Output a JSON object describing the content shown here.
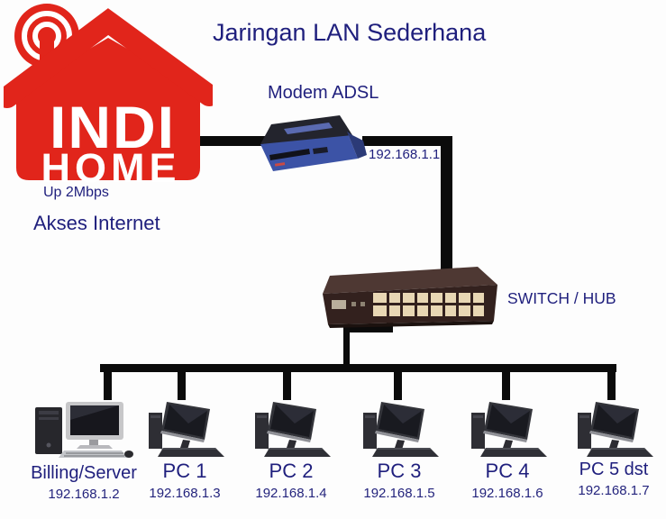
{
  "title": "Jaringan LAN Sederhana",
  "logo": {
    "brand_line1": "INDI",
    "brand_line2": "HOME",
    "tagline_speed": "Up 2Mbps",
    "tagline_access": "Akses Internet"
  },
  "modem": {
    "label": "Modem ADSL",
    "ip": "192.168.1.1"
  },
  "switch": {
    "label": "SWITCH / HUB"
  },
  "nodes": [
    {
      "name": "Billing/Server",
      "ip": "192.168.1.2"
    },
    {
      "name": "PC 1",
      "ip": "192.168.1.3"
    },
    {
      "name": "PC 2",
      "ip": "192.168.1.4"
    },
    {
      "name": "PC 3",
      "ip": "192.168.1.5"
    },
    {
      "name": "PC 4",
      "ip": "192.168.1.6"
    },
    {
      "name": "PC 5 dst",
      "ip": "192.168.1.7"
    }
  ],
  "colors": {
    "brand_red": "#e1251b",
    "text_navy": "#1f1f7d",
    "line_black": "#0b0b0b",
    "modem_blue": "#3c53a6",
    "switch_brown": "#33211e"
  }
}
